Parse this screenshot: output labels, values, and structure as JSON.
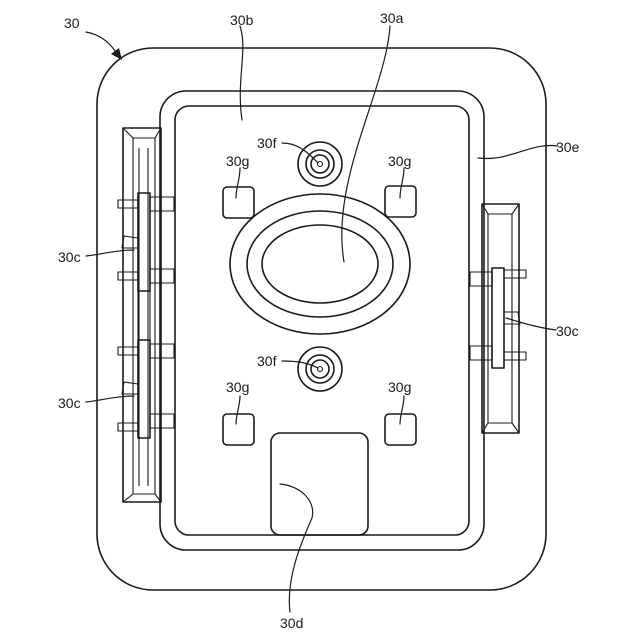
{
  "figure": {
    "labels": {
      "main": "30",
      "a": "30a",
      "b": "30b",
      "c_left_top": "30c",
      "c_left_bottom": "30c",
      "c_right": "30c",
      "d": "30d",
      "e": "30e",
      "f_top": "30f",
      "f_bottom": "30f",
      "g_top_left": "30g",
      "g_top_right": "30g",
      "g_bottom_left": "30g",
      "g_bottom_right": "30g"
    }
  }
}
